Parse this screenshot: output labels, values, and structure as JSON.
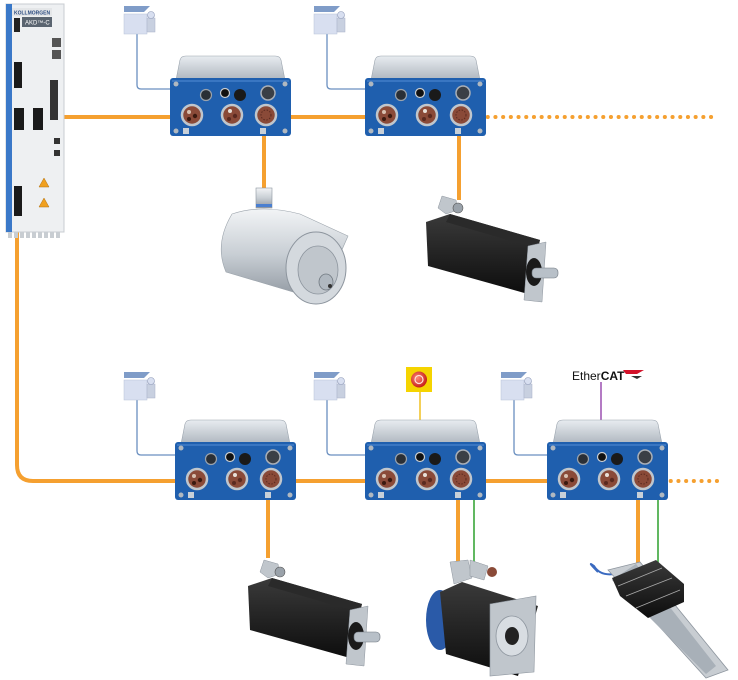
{
  "drive": {
    "brand": "KOLLMORGEN",
    "model": "AKD™-C",
    "icon": "servo-drive-icon"
  },
  "fieldbus": {
    "label_plain": "Ether",
    "label_bold": "CAT",
    "icon": "ethercat-logo-icon"
  },
  "colors": {
    "power_cable": "#f5a030",
    "sensor_line": "#6a8fc0",
    "estop_line": "#f0c020",
    "ethercat_line": "#9a4fb0",
    "feedback_line": "#3aa63a",
    "module_blue": "#1f5fae",
    "module_top": "#c9cfd6"
  },
  "nodes": {
    "top": [
      {
        "id": "decentral-drive-1",
        "input": "limit-switch",
        "load": "stainless-motor"
      },
      {
        "id": "decentral-drive-2",
        "input": "limit-switch",
        "load": "servo-motor"
      }
    ],
    "bottom": [
      {
        "id": "decentral-drive-3",
        "input": "limit-switch",
        "load": "servo-motor"
      },
      {
        "id": "decentral-drive-4",
        "input": "limit-switch",
        "extra": "emergency-stop",
        "load": "servo-motor-with-brake"
      },
      {
        "id": "decentral-drive-5",
        "input": "limit-switch",
        "extra": "ethercat",
        "load": "linear-actuator"
      }
    ]
  }
}
